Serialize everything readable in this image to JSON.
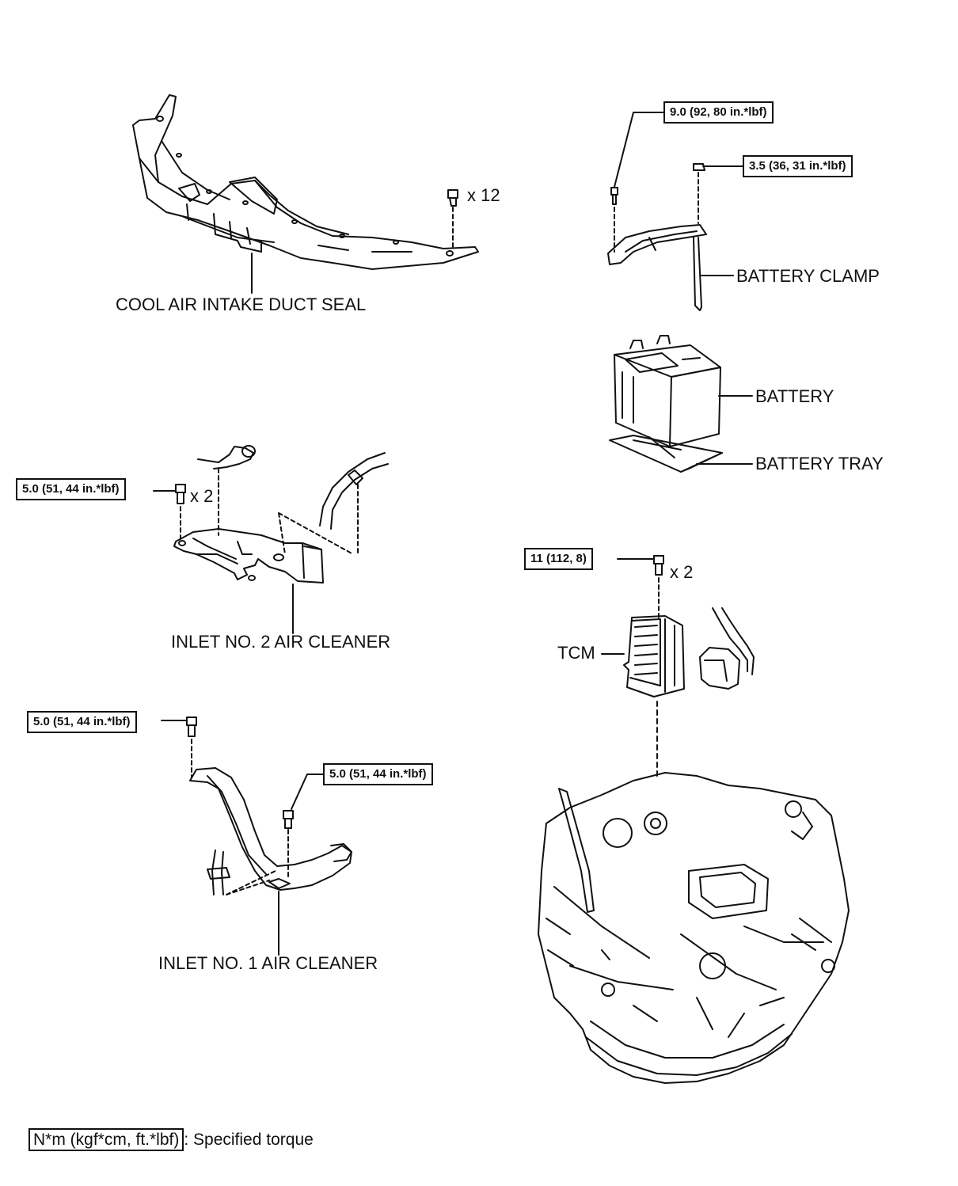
{
  "labels": {
    "cool_air_intake_duct_seal": "COOL AIR INTAKE DUCT SEAL",
    "battery_clamp": "BATTERY CLAMP",
    "battery": "BATTERY",
    "battery_tray": "BATTERY TRAY",
    "inlet_no2_air_cleaner": "INLET NO. 2 AIR CLEANER",
    "inlet_no1_air_cleaner": "INLET NO. 1 AIR CLEANER",
    "tcm": "TCM"
  },
  "quantities": {
    "duct_seal_clips": "x 12",
    "inlet2_bolts": "x 2",
    "tcm_bolts": "x 2"
  },
  "torques": {
    "battery_clamp_bolt": "9.0 (92, 80 in.*lbf)",
    "battery_clamp_nut": "3.5 (36, 31 in.*lbf)",
    "inlet2_bolt": "5.0 (51, 44 in.*lbf)",
    "inlet1_upper_bolt": "5.0 (51, 44 in.*lbf)",
    "inlet1_lower_bolt": "5.0 (51, 44 in.*lbf)",
    "tcm_bolt": "11 (112, 8)"
  },
  "legend": {
    "box_text": "N*m (kgf*cm, ft.*lbf)",
    "description": ": Specified torque"
  }
}
